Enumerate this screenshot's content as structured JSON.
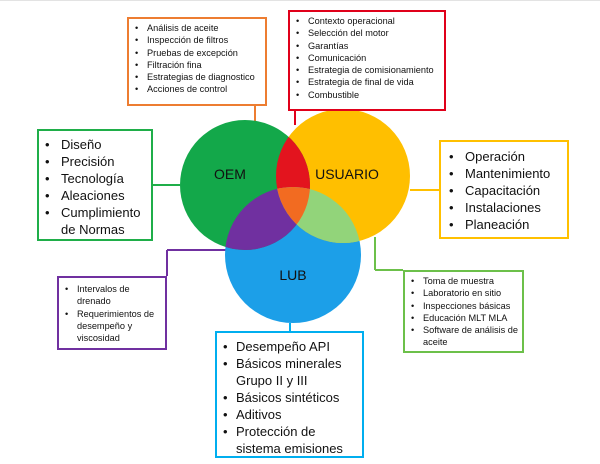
{
  "circles": {
    "oem": {
      "label": "OEM",
      "color": "#13a84a"
    },
    "usuario": {
      "label": "USUARIO",
      "color": "#ffbf00"
    },
    "lub": {
      "label": "LUB",
      "color": "#1c9fe8"
    }
  },
  "overlaps": {
    "oem_usuario": "#e3141e",
    "oem_lub": "#7030a0",
    "usuario_lub": "#92d47a",
    "center": "#f26b21"
  },
  "boxes": {
    "oem_lab": {
      "border": "#ed7d31",
      "items": [
        "Análisis de aceite",
        "Inspección de filtros",
        "Pruebas de excepción",
        "Filtración fina",
        "Estrategias de diagnostico",
        "Acciones de control"
      ]
    },
    "oem_usuario": {
      "border": "#e0001a",
      "items": [
        "Contexto operacional",
        "Selección del motor",
        "Garantías",
        "Comunicación",
        "Estrategia de comisionamiento",
        "Estrategia de final de vida",
        "Combustible"
      ]
    },
    "oem": {
      "border": "#1fae49",
      "items": [
        "Diseño",
        "Precisión",
        "Tecnología",
        "Aleaciones",
        "Cumplimiento de Normas"
      ]
    },
    "usuario": {
      "border": "#ffc000",
      "items": [
        "Operación",
        "Mantenimiento",
        "Capacitación",
        "Instalaciones",
        "Planeación"
      ]
    },
    "oem_lub": {
      "border": "#7030a0",
      "items": [
        "Intervalos de drenado",
        "Requerimientos de desempeño y viscosidad"
      ]
    },
    "lub": {
      "border": "#00aeef",
      "items": [
        "Desempeño API",
        "Básicos minerales Grupo II y III",
        "Básicos sintéticos",
        "Aditivos",
        "Protección de sistema emisiones"
      ]
    },
    "usuario_lub": {
      "border": "#6cc04a",
      "items": [
        "Toma de muestra",
        "Laboratorio en sitio",
        "Inspecciones básicas",
        "Educación MLT MLA",
        "Software de análisis de aceite"
      ]
    }
  }
}
